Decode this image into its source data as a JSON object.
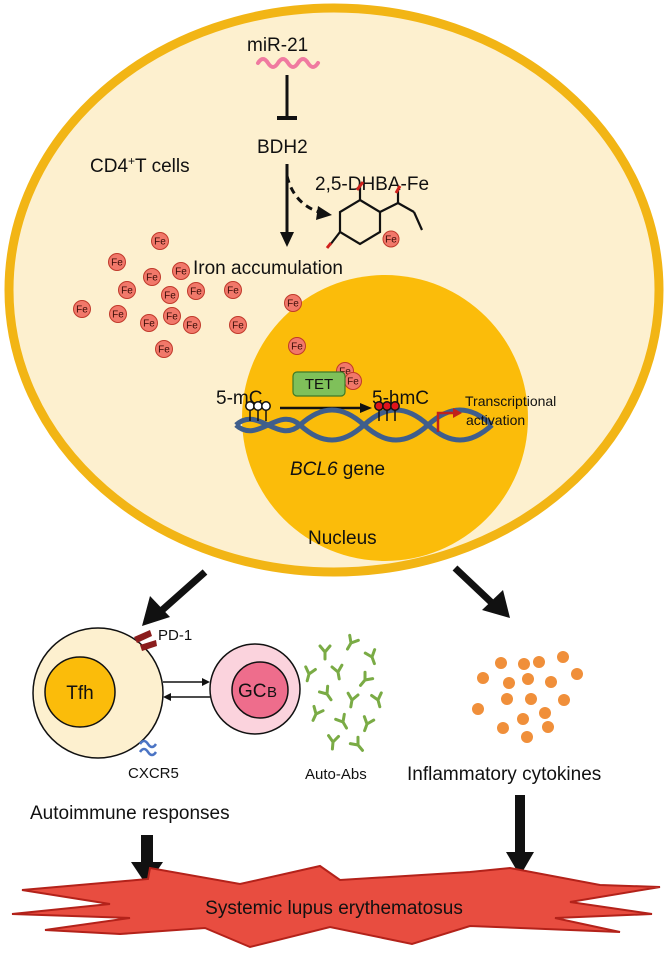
{
  "labels": {
    "mirna": "miR-21",
    "bdh2": "BDH2",
    "cell_type": "CD4",
    "cell_type_sup": "+",
    "cell_type_rest": "T cells",
    "dhba": "2,5-DHBA-Fe",
    "iron_accumulation": "Iron accumulation",
    "fe": "Fe",
    "tet": "TET",
    "five_mc": "5-mC",
    "five_hmc": "5-hmC",
    "transcriptional": "Transcriptional",
    "activation": "activation",
    "gene_italic": "BCL6",
    "gene_suffix": " gene",
    "nucleus": "Nucleus",
    "pd1": "PD-1",
    "tfh": "Tfh",
    "gc": "GC",
    "b": "B",
    "auto_abs": "Auto-Abs",
    "cxcr5": "CXCR5",
    "autoimmune": "Autoimmune responses",
    "cytokines": "Inflammatory cytokines",
    "sle": "Systemic lupus erythematosus"
  },
  "colors": {
    "cell_fill": "#fdf0cf",
    "cell_border": "#f2b515",
    "nucleus_fill": "#fbbc0a",
    "iron_fill": "#f1786a",
    "iron_stroke": "#c0392b",
    "tet_fill": "#7fc05a",
    "dna": "#3f5e8c",
    "methyl_open": "#ffffff",
    "methyl_filled": "#e0141b",
    "arrow_red": "#c0221b",
    "mirna": "#f07aa0",
    "gc_outer": "#fbd3dd",
    "gc_inner": "#ee6d8c",
    "antibody": "#7aab45",
    "cytokine": "#f08f3a",
    "sle_fill": "#e84d40",
    "sle_stroke": "#b3221a",
    "receptor": "#8b1d1d",
    "cxcr5": "#4b74c4"
  }
}
